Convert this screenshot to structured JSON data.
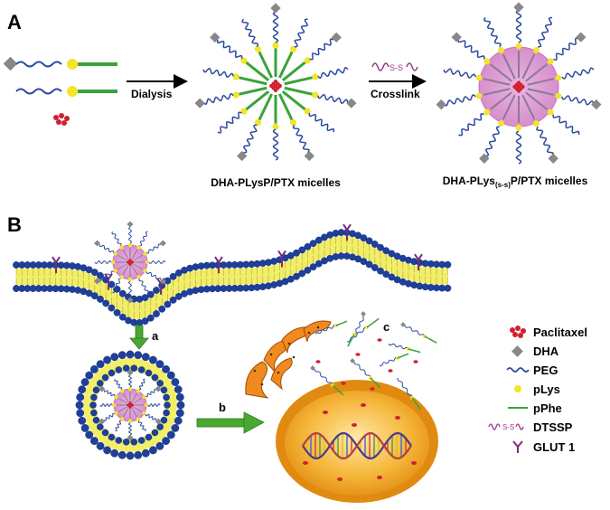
{
  "panels": {
    "a_label": "A",
    "b_label": "B"
  },
  "panel_a": {
    "step1_label": "Dialysis",
    "step2_label": "Crosslink",
    "micelle1_caption": "DHA-PLysP/PTX micelles",
    "micelle2_caption_pre": "DHA-PLys",
    "micelle2_caption_sub": "(s-s)",
    "micelle2_caption_post": "P/PTX micelles",
    "crosslinker_text": "S-S"
  },
  "panel_b": {
    "step_a": "a",
    "step_b": "b",
    "step_c": "c"
  },
  "legend": [
    {
      "label": "Paclitaxel",
      "icon": "paclitaxel-icon"
    },
    {
      "label": "DHA",
      "icon": "dha-icon"
    },
    {
      "label": "PEG",
      "icon": "peg-icon"
    },
    {
      "label": "pLys",
      "icon": "plys-icon"
    },
    {
      "label": "pPhe",
      "icon": "pphe-icon"
    },
    {
      "label": "DTSSP",
      "icon": "dtssp-icon"
    },
    {
      "label": "GLUT 1",
      "icon": "glut1-icon"
    }
  ],
  "colors": {
    "peg": "#2b4aa0",
    "plys": "#f2e52a",
    "pphe": "#3aa33a",
    "dha": "#888888",
    "paclitaxel": "#d02030",
    "dtssp": "#a0308a",
    "core": "#d99ad0",
    "membrane_head": "#1f3f9a",
    "membrane_tail": "#f0ec5a",
    "cell": "#f0a020",
    "arrow_green": "#4aa830"
  }
}
